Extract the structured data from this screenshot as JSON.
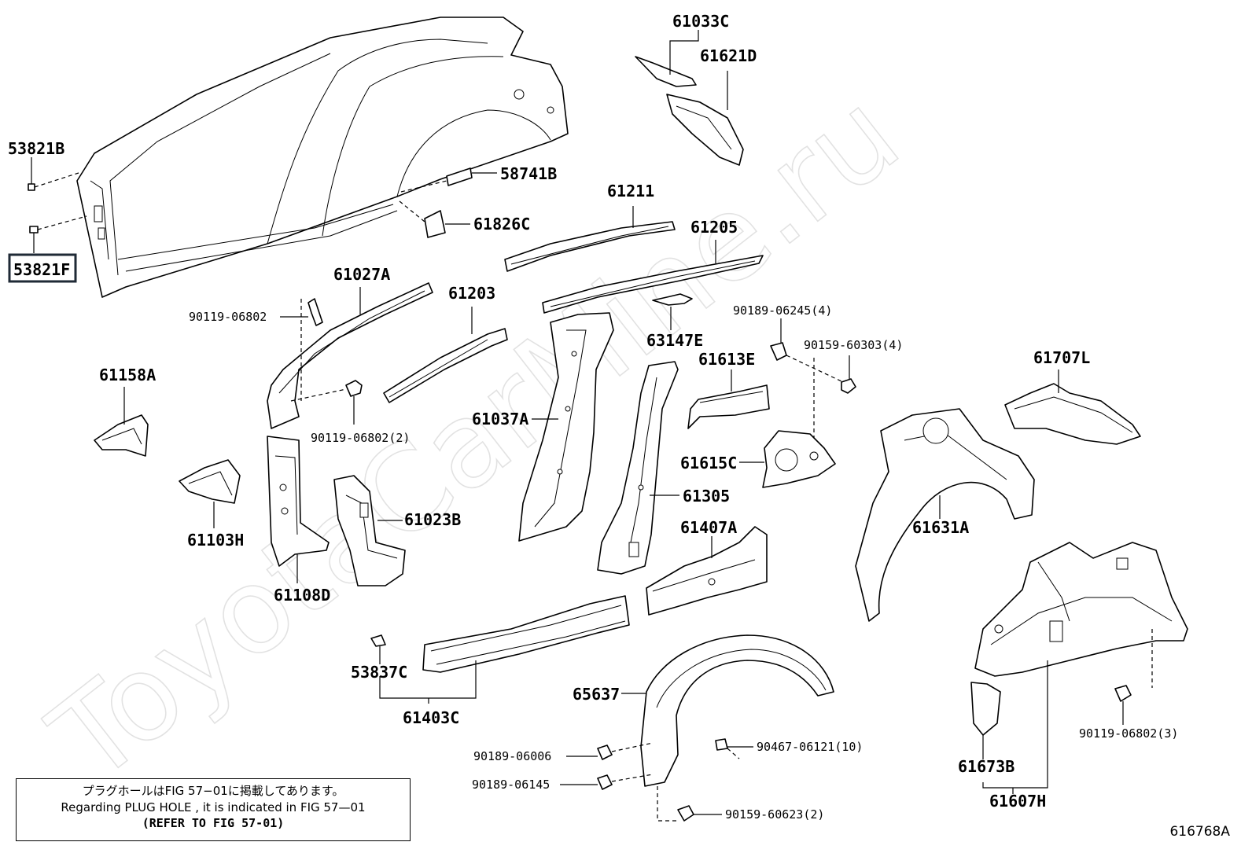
{
  "watermark": "ToyotaCarMine.ru",
  "figure_id": "616768A",
  "highlighted_part": "53821F",
  "note": {
    "line1": "プラグホールはFIG 57−01に掲載してあります。",
    "line2": "Regarding  PLUG  HOLE , it is indicated in FIG  57—01",
    "line3": "(REFER TO FIG 57-01)"
  },
  "parts": {
    "p53821B": "53821B",
    "p53821F": "53821F",
    "p58741B": "58741B",
    "p61826C": "61826C",
    "p61033C": "61033C",
    "p61621D": "61621D",
    "p61211": "61211",
    "p61205": "61205",
    "p61027A": "61027A",
    "p61203": "61203",
    "p63147E": "63147E",
    "p61613E": "61613E",
    "p61158A": "61158A",
    "p61103H": "61103H",
    "p61108D": "61108D",
    "p61023B": "61023B",
    "p61037A": "61037A",
    "p61305": "61305",
    "p61615C": "61615C",
    "p61707L": "61707L",
    "p61631A": "61631A",
    "p61407A": "61407A",
    "p53837C": "53837C",
    "p61403C": "61403C",
    "p65637": "65637",
    "p61673B": "61673B",
    "p61607H": "61607H"
  },
  "fasteners": {
    "f90119_06802_a": "90119-06802",
    "f90119_06802_2": "90119-06802(2)",
    "f90189_06245_4": "90189-06245(4)",
    "f90159_60303_4": "90159-60303(4)",
    "f90189_06006": "90189-06006",
    "f90189_06145": "90189-06145",
    "f90467_06121_10": "90467-06121(10)",
    "f90159_60623_2": "90159-60623(2)",
    "f90119_06802_3": "90119-06802(3)"
  }
}
